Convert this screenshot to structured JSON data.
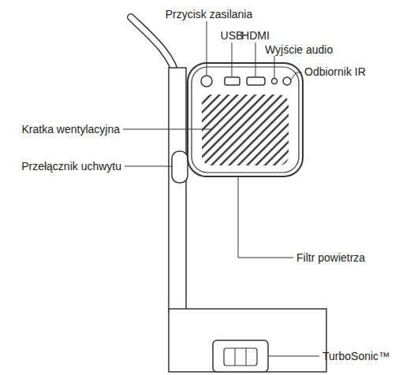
{
  "diagram": {
    "labels": [
      "Przycisk zasilania",
      "USB",
      "HDMI",
      "Wyjście audio",
      "Odbiornik IR",
      "Kratka wentylacyjna",
      "Przełącznik uchwytu",
      "Filtr powietrza",
      "TurboSonic™"
    ]
  }
}
